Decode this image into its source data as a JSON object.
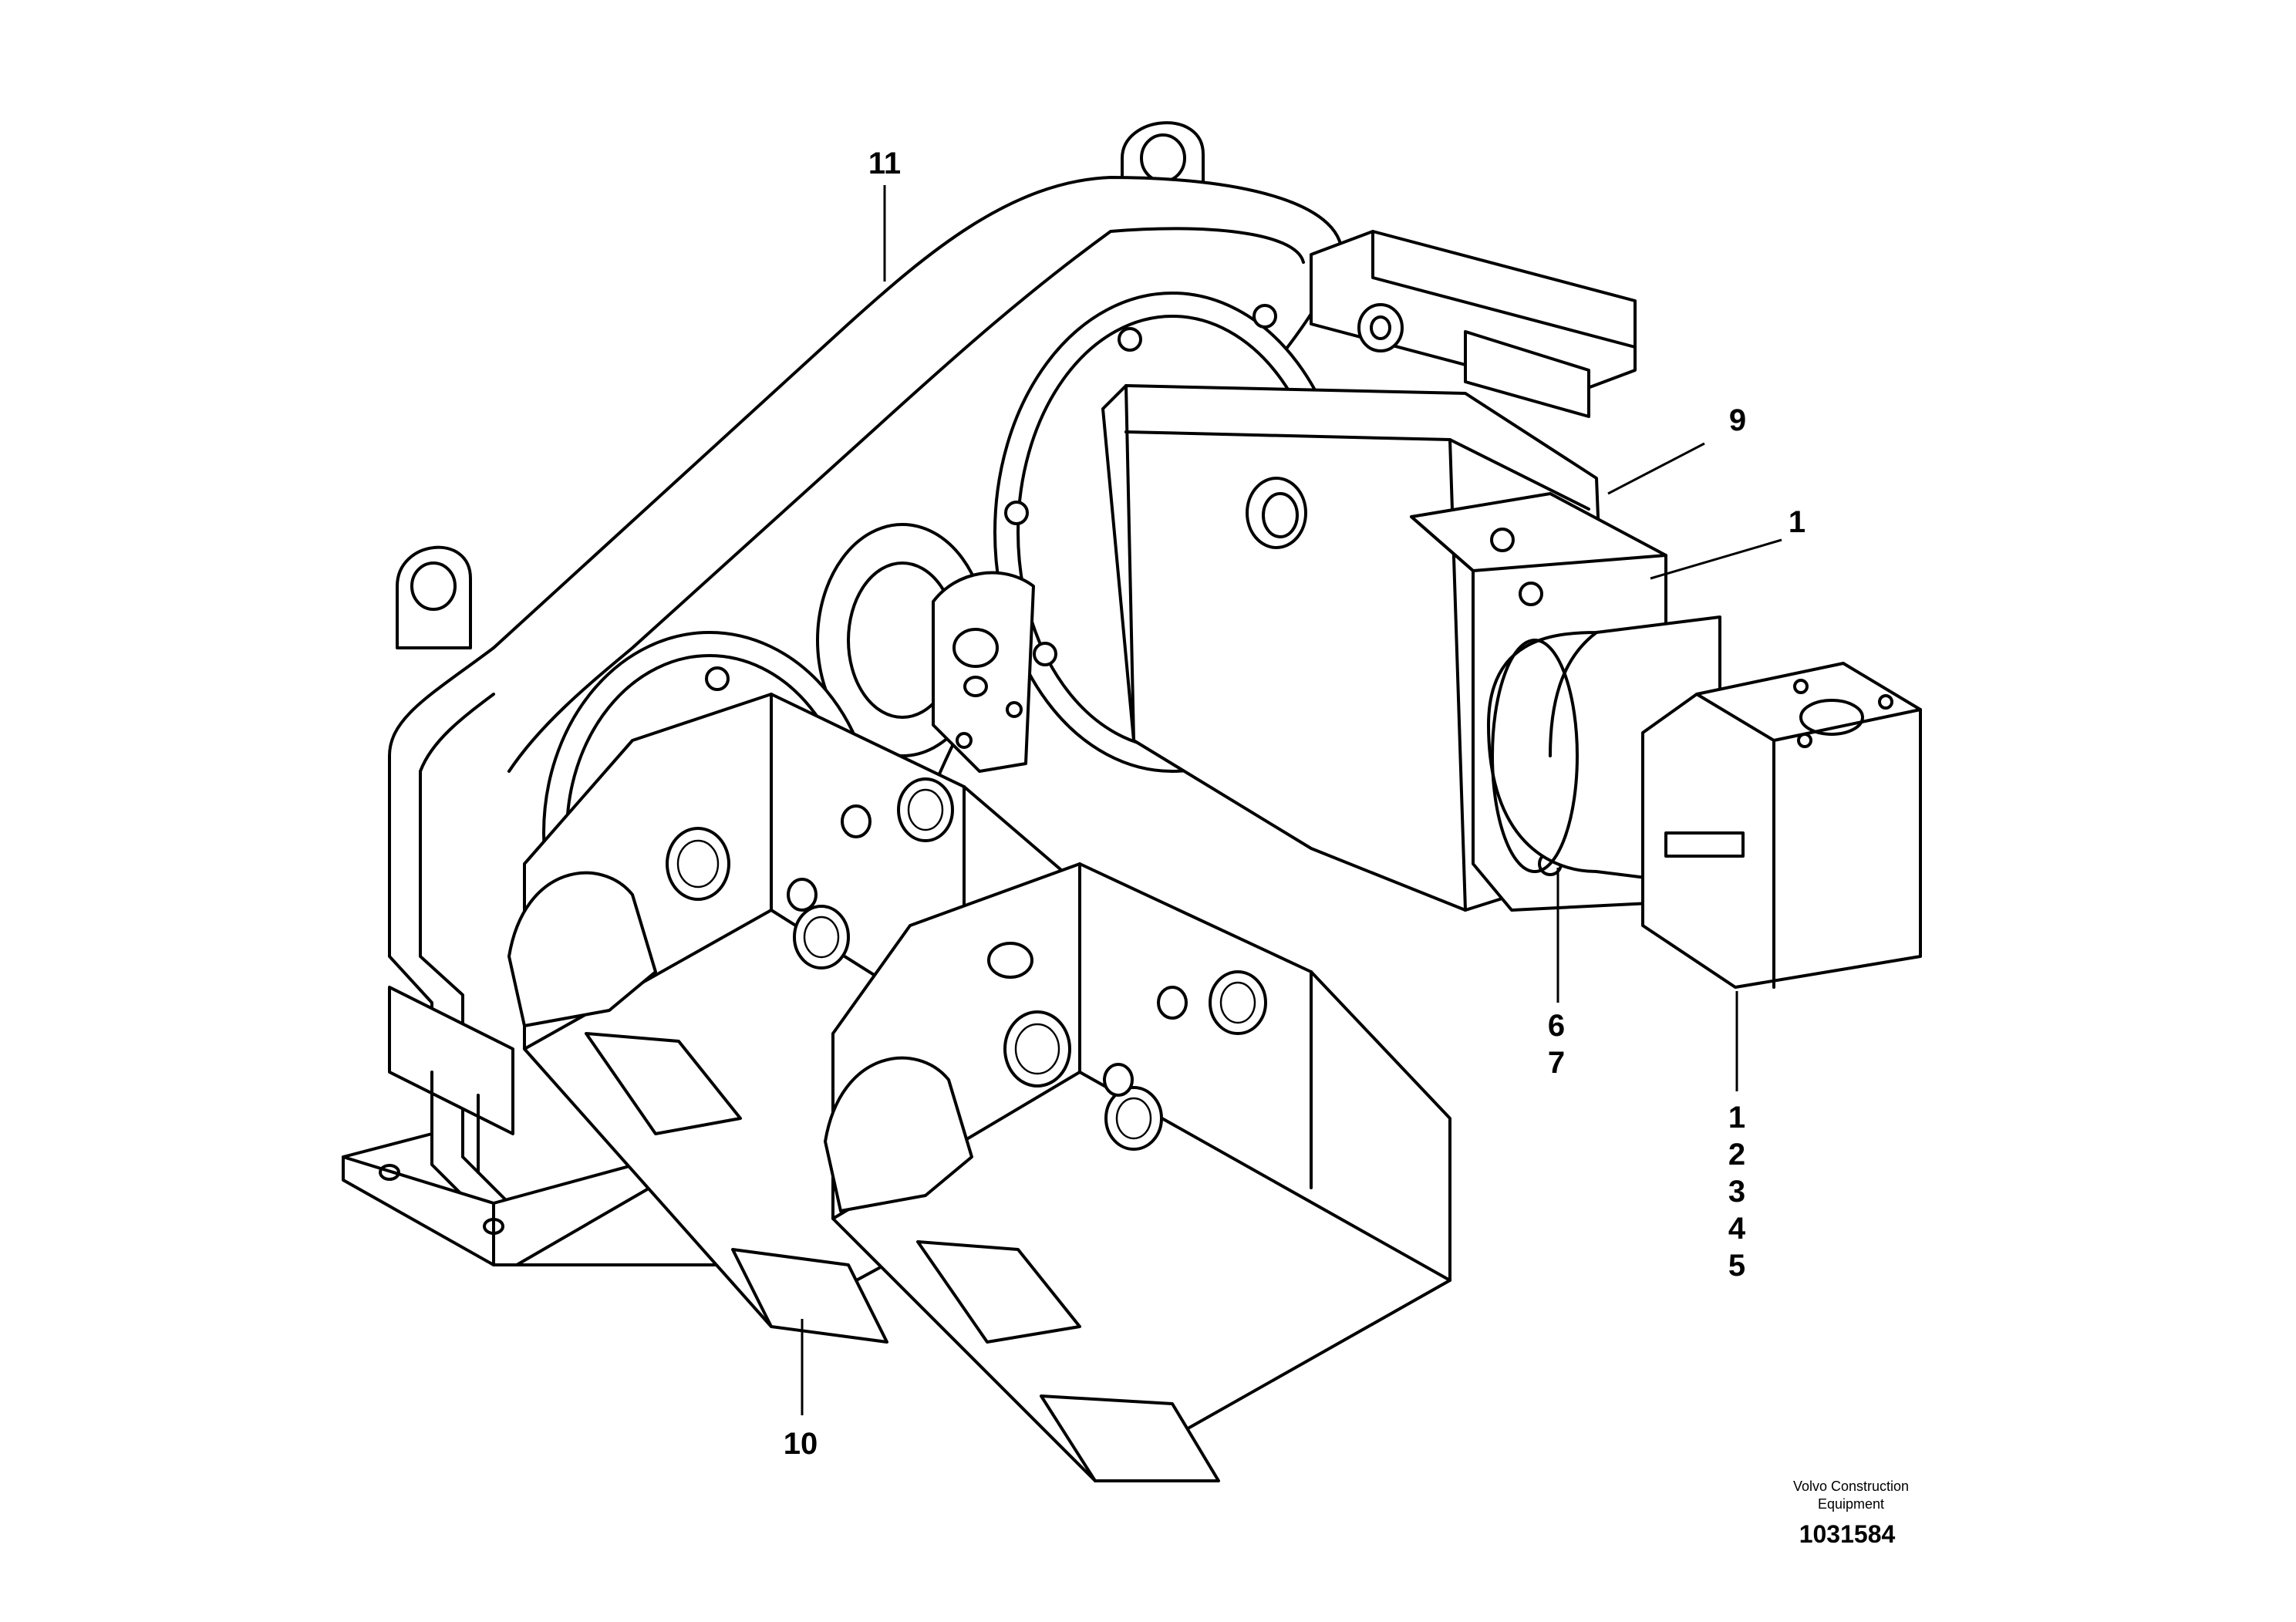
{
  "drawing": {
    "callouts": {
      "housing": "11",
      "pump_top": "9",
      "flange": "1",
      "screws": [
        "6",
        "7"
      ],
      "pump_unit": [
        "1",
        "2",
        "3",
        "4",
        "5"
      ],
      "pumps_front": "10"
    },
    "brand": [
      "Volvo Construction",
      "Equipment"
    ],
    "doc_id": "1031584"
  }
}
